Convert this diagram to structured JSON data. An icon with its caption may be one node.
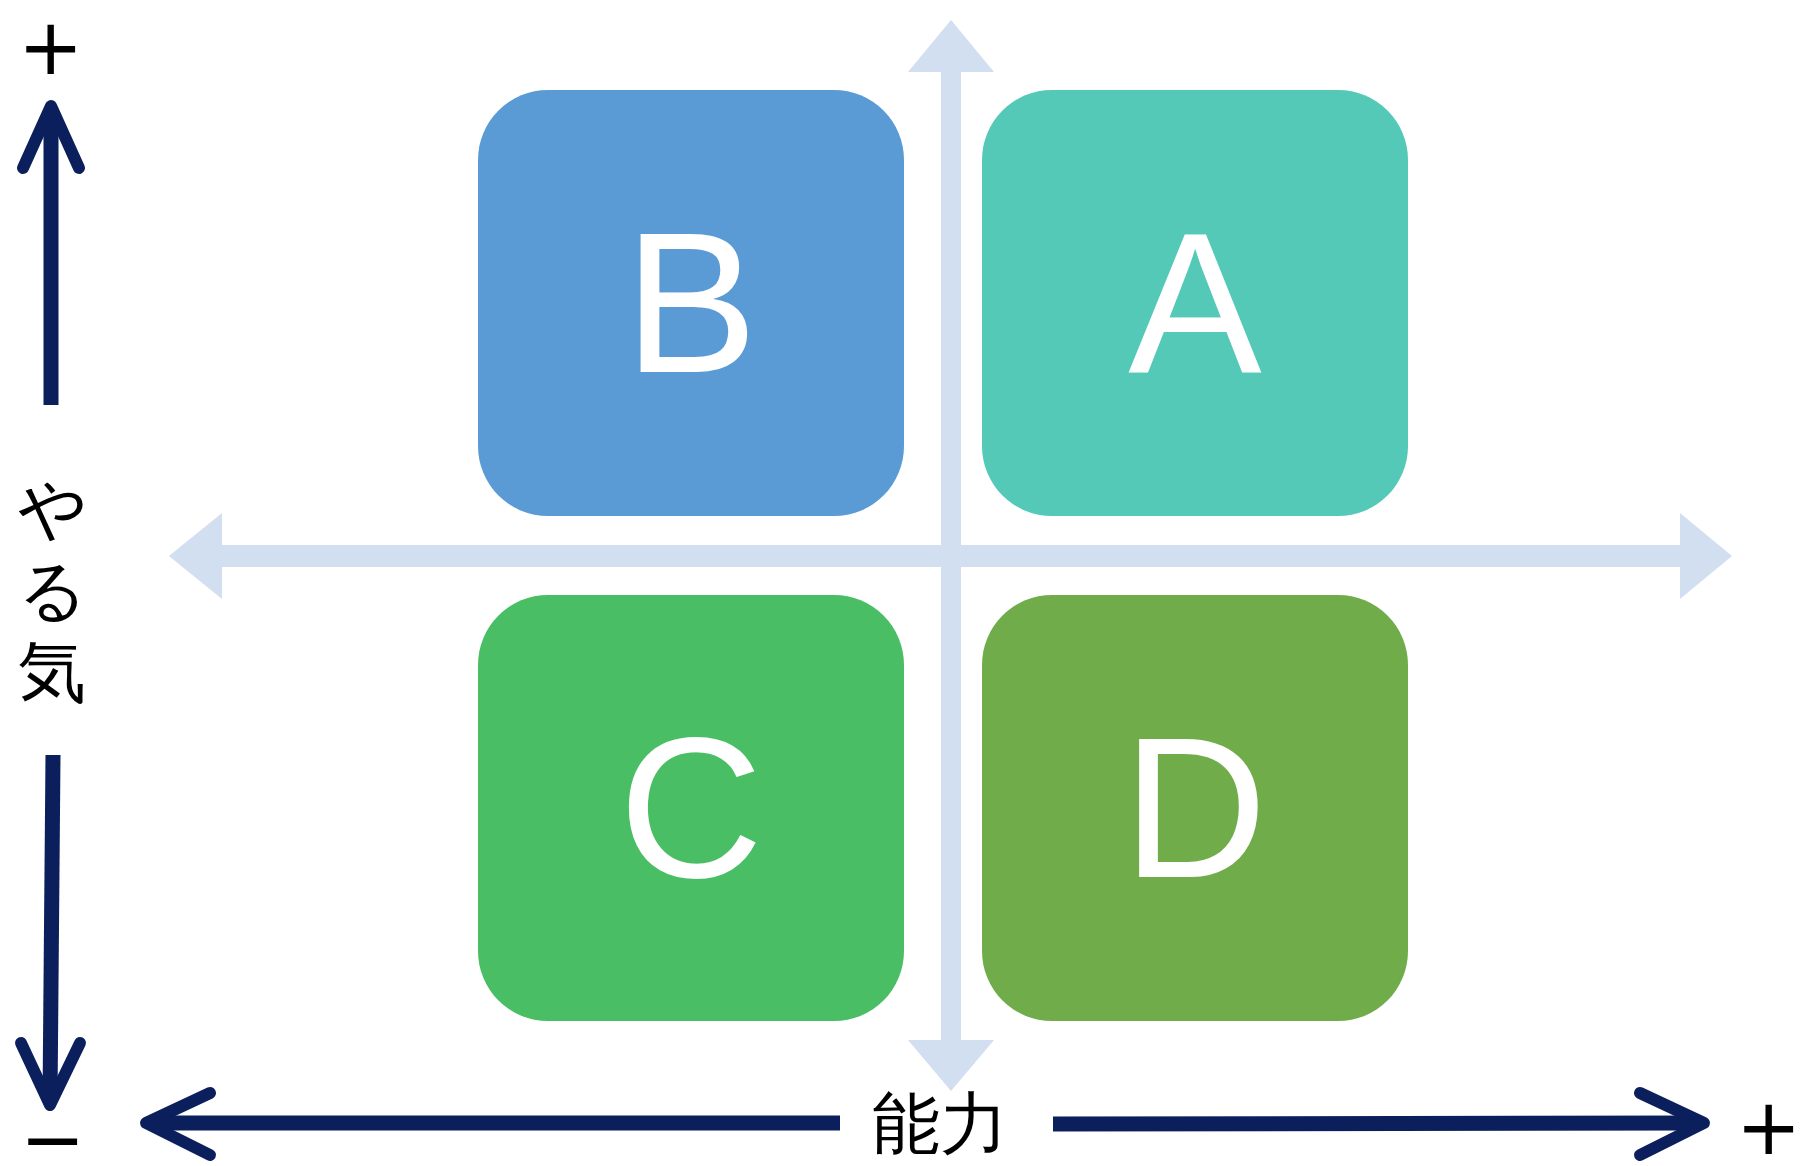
{
  "diagram": {
    "nodes": [
      {
        "text": [
          "B"
        ]
      },
      {
        "text": [
          "A"
        ]
      },
      {
        "text": [
          "C"
        ]
      },
      {
        "text": [
          "D"
        ]
      }
    ],
    "labels": [
      "+",
      "やる気",
      "−",
      "能力",
      "+"
    ]
  }
}
